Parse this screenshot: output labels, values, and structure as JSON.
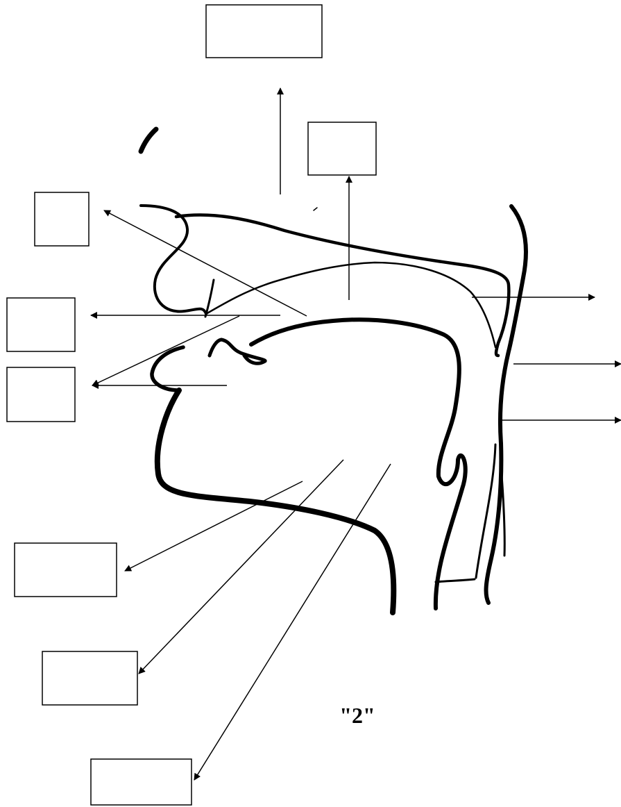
{
  "diagram": {
    "caption": "\"2\"",
    "label_boxes": [
      {
        "name": "label-box-top-1",
        "text": ""
      },
      {
        "name": "label-box-top-2",
        "text": ""
      },
      {
        "name": "label-box-left-1",
        "text": ""
      },
      {
        "name": "label-box-left-2",
        "text": ""
      },
      {
        "name": "label-box-left-3",
        "text": ""
      },
      {
        "name": "label-box-bottom-1",
        "text": ""
      },
      {
        "name": "label-box-bottom-2",
        "text": ""
      },
      {
        "name": "label-box-bottom-3",
        "text": ""
      }
    ]
  }
}
